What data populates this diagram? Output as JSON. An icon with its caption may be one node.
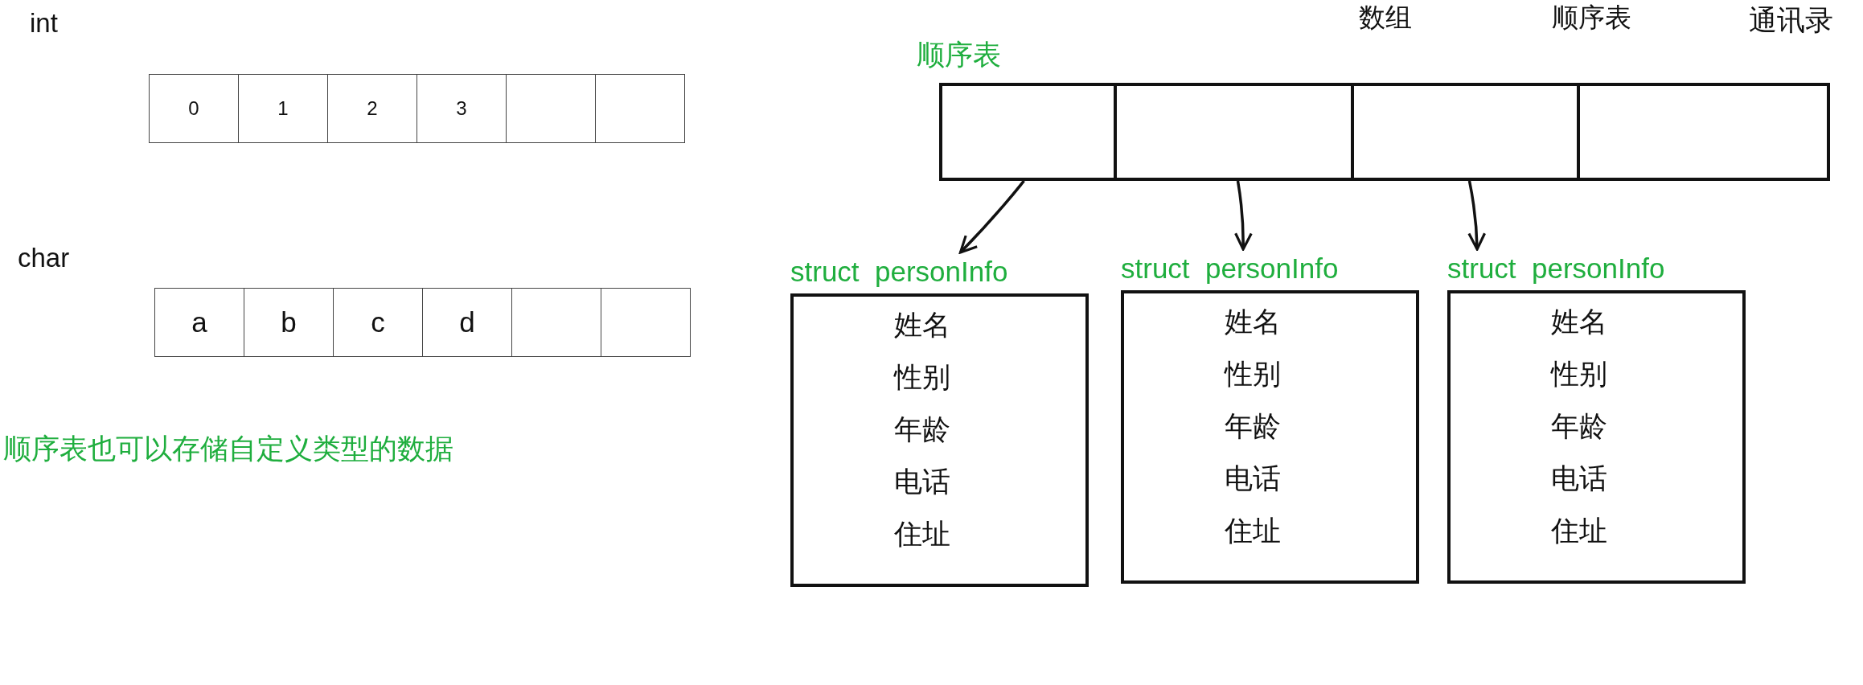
{
  "diagram": {
    "nodes": [
      {
        "text": [
          "0"
        ]
      },
      {
        "text": [
          "1"
        ]
      },
      {
        "text": [
          "2"
        ]
      },
      {
        "text": [
          "3"
        ]
      },
      {
        "text": [],
        "shape": "box"
      },
      {
        "text": [],
        "shape": "box"
      },
      {
        "text": [
          "a"
        ]
      },
      {
        "text": [
          "b"
        ]
      },
      {
        "text": [
          "c"
        ]
      },
      {
        "text": [
          "d"
        ]
      },
      {
        "text": [],
        "shape": "box"
      },
      {
        "text": [],
        "shape": "box"
      },
      {
        "text": [
          "顺序表"
        ]
      },
      {
        "text": [],
        "shape": "box",
        "in": 12
      },
      {
        "text": [],
        "shape": "box",
        "in": 12
      },
      {
        "text": [],
        "shape": "box",
        "in": 12
      },
      {
        "text": [],
        "shape": "box",
        "in": 12
      },
      {
        "text": [
          "struct  personInfo",
          "姓名",
          "性别",
          "年龄",
          "电话",
          "住址"
        ]
      },
      {
        "text": [
          "struct  personInfo",
          "姓名",
          "性别",
          "年龄",
          "电话",
          "住址"
        ]
      },
      {
        "text": [
          "struct  personInfo",
          "姓名",
          "性别",
          "年龄",
          "电话",
          "住址"
        ]
      }
    ],
    "edges": [
      {
        "from": 13,
        "to": 17,
        "arrow": "to"
      },
      {
        "from": 14,
        "to": 18,
        "arrow": "to"
      },
      {
        "from": 15,
        "to": 19,
        "arrow": "to"
      }
    ],
    "labels": [
      "数组",
      "顺序表",
      "通讯录",
      "int",
      "char",
      "顺序表也可以存储自定义类型的数据"
    ]
  }
}
